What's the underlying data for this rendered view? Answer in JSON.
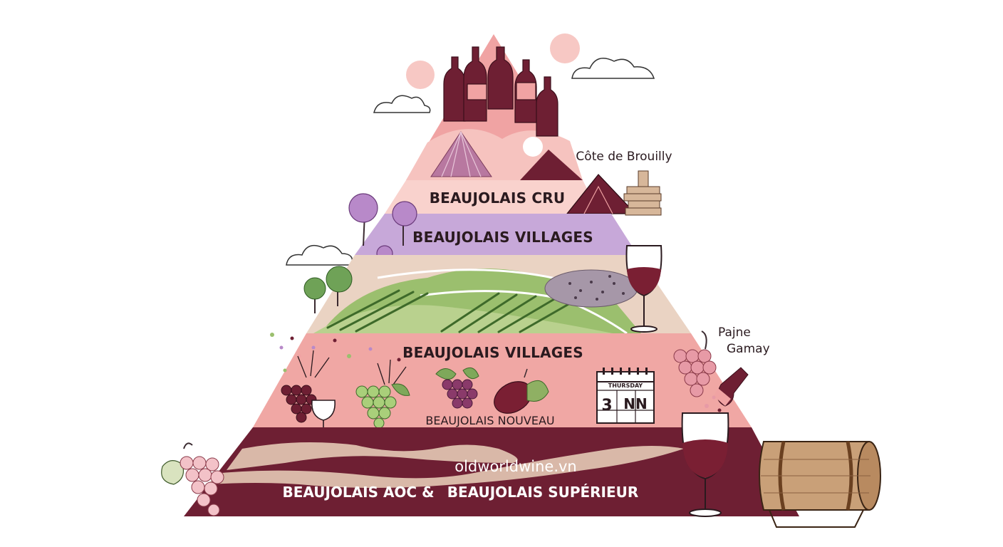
{
  "labels": {
    "cru": "BEAUJOLAIS CRU",
    "villages_upper": "BEAUJOLAIS VILLAGES",
    "villages_lower": "BEAUJOLAIS VILLAGES",
    "nouveau": "BEAUJOLAIS NOUVEAU",
    "aoc": "BEAUJOLAIS AOC &",
    "superieur": "BEAUJOLAIS SUPÉRIEUR",
    "watermark": "oldworldwine.vn",
    "cote": "Côte de Brouilly",
    "paine": "Pajne",
    "gamay": "Gamay",
    "calendar_day": "THURSDAY",
    "calendar_num": "3",
    "calendar_letters": "NN"
  },
  "colors": {
    "wine": "#6e1f33",
    "pink": "#f0a3a3",
    "lavender": "#c7a8d9",
    "beige": "#e9cdb9",
    "green": "#8fb063"
  }
}
